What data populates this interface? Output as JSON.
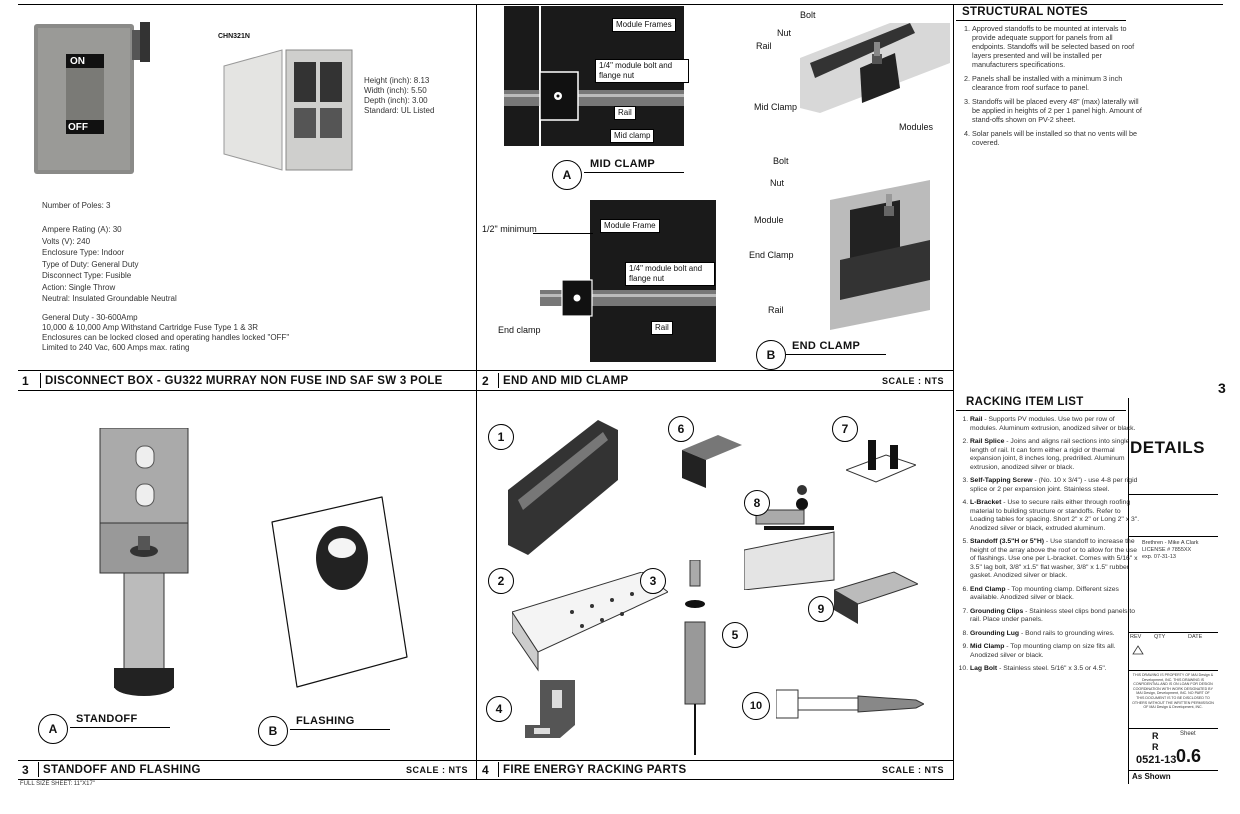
{
  "panel1": {
    "model": "CHN321N",
    "switch_on": "ON",
    "switch_off": "OFF",
    "specs": [
      "Height (inch): 8.13",
      "Width (inch): 5.50",
      "Depth (inch): 3.00",
      "Standard: UL Listed"
    ],
    "poles": "Number of Poles: 3",
    "ratings": [
      "Ampere Rating (A): 30",
      "Volts (V): 240",
      "Enclosure Type: Indoor",
      "Type of Duty: General Duty",
      "Disconnect Type: Fusible",
      "Action: Single Throw",
      "Neutral: Insulated Groundable Neutral"
    ],
    "general": [
      "General Duty - 30-600Amp",
      "10,000 & 10,000 Amp Withstand Cartridge Fuse Type 1 & 3R",
      "Enclosures can be locked closed and operating handles locked \"OFF\"",
      "Limited to 240 Vac, 600 Amps max. rating"
    ],
    "num": "1",
    "title": "DISCONNECT BOX - GU322 MURRAY NON FUSE IND SAF SW 3 POLE"
  },
  "panel2": {
    "mid": {
      "module_frames": "Module Frames",
      "bolt_nut": "1/4\" module bolt and flange nut",
      "rail": "Rail",
      "mid_clamp": "Mid clamp",
      "letter": "A",
      "title": "MID CLAMP"
    },
    "end": {
      "min": "1/2\" minimum",
      "module_frame": "Module Frame",
      "bolt_nut": "1/4\" module bolt and flange nut",
      "end_clamp": "End clamp",
      "rail": "Rail",
      "letter": "B",
      "title": "END CLAMP"
    },
    "iso_mid": {
      "bolt": "Bolt",
      "nut": "Nut",
      "rail": "Rail",
      "mid_clamp": "Mid Clamp",
      "modules": "Modules"
    },
    "iso_end": {
      "bolt": "Bolt",
      "nut": "Nut",
      "module": "Module",
      "end_clamp": "End Clamp",
      "rail": "Rail"
    },
    "num": "2",
    "title": "END AND MID CLAMP",
    "scale": "SCALE : NTS"
  },
  "notes": {
    "title": "STRUCTURAL NOTES",
    "items": [
      "Approved standoffs to be mounted at intervals to provide adequate support for panels from all endpoints. Standoffs will be selected based on roof layers presented and will be installed per manufacturers specifications.",
      "Panels shall be installed with a minimum 3 inch clearance from roof surface to panel.",
      "Standoffs will be placed every 48\" (max) laterally will be applied in heights of 2 per 1 panel high. Amount of stand-offs shown on PV-2 sheet.",
      "Solar panels will be installed so that no vents will be covered."
    ]
  },
  "panel3": {
    "a": "A",
    "a_title": "STANDOFF",
    "b": "B",
    "b_title": "FLASHING",
    "num": "3",
    "title": "STANDOFF AND FLASHING",
    "scale": "SCALE : NTS"
  },
  "panel4": {
    "parts": [
      "1",
      "2",
      "3",
      "4",
      "5",
      "6",
      "7",
      "8",
      "9",
      "10"
    ],
    "num": "4",
    "title": "FIRE ENERGY RACKING PARTS",
    "scale": "SCALE : NTS"
  },
  "rack": {
    "title": "RACKING ITEM LIST",
    "items": [
      {
        "name": "Rail",
        "desc": " - Supports PV modules. Use two per row of modules. Aluminum extrusion, anodized silver or black."
      },
      {
        "name": "Rail Splice",
        "desc": " - Joins and aligns rail sections into single length of rail. It can form either a rigid or thermal expansion joint, 8 inches long, predrilled. Aluminum extrusion, anodized silver or black."
      },
      {
        "name": "Self-Tapping Screw",
        "desc": " - (No. 10 x 3/4\") - use 4-8 per rigid splice or 2 per expansion joint. Stainless steel."
      },
      {
        "name": "L-Bracket",
        "desc": " - Use to secure rails either through roofing material to building structure or standoffs. Refer to Loading tables for spacing. Short 2\" x 2\" or Long 2\" x 3\". Anodized silver or black, extruded aluminum."
      },
      {
        "name": "Standoff (3.5\"H or 5\"H)",
        "desc": " - Use standoff to increase the height of the array above the roof or to allow for the use of flashings. Use one per L-bracket. Comes with 5/16\" x 3.5\" lag bolt, 3/8\" x1.5\" flat washer, 3/8\" x 1.5\" rubber gasket. Anodized silver or black."
      },
      {
        "name": "End Clamp",
        "desc": " - Top mounting clamp. Different sizes available. Anodized silver or black."
      },
      {
        "name": "Grounding Clips",
        "desc": " - Stainless steel clips bond panels to rail. Place under panels."
      },
      {
        "name": "Grounding Lug",
        "desc": " - Bond rails to grounding wires."
      },
      {
        "name": "Mid Clamp",
        "desc": " - Top mounting clamp on size fits all. Anodized silver or black."
      },
      {
        "name": "Lag Bolt",
        "desc": " - Stainless steel. 5/16\" x 3.5 or 4.5\"."
      }
    ]
  },
  "titleblock": {
    "edge_num": "3",
    "details": "DETAILS",
    "engineer": [
      "Brethren - Mike A Clark",
      "LICENSE # 7855XX",
      "exp. 07-31-13"
    ],
    "rev_label": "REV",
    "qty_label": "QTY",
    "date_label": "DATE",
    "disclaimer": "THIS DRAWING IS PROPERTY OF MAI Design & Development, INC. THIS DRAWING IS CONFIDENTIAL AND IS ON LOAN FOR DESIGN COORDINATION WITH WORK DESIGNATED BY MAI Design, Development, INC. NO PART OF THIS DOCUMENT IS TO BE DISCLOSED TO OTHERS WITHOUT THE WRITTEN PERMISSION OF MAI Design & Development, INC.",
    "r1": "R",
    "r2": "R",
    "sheet_label": "Sheet",
    "job": "0521-13",
    "sheet": "0.6",
    "footer": "As Shown"
  },
  "footer": "FULL SIZE SHEET: 11\"X17\""
}
